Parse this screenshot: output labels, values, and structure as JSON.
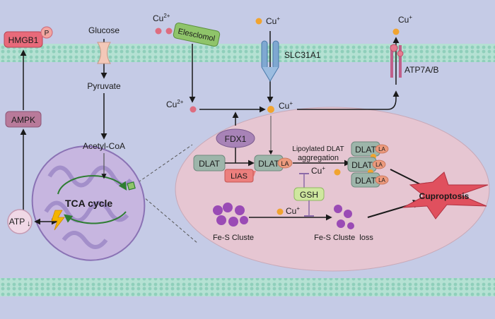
{
  "labels": {
    "hmgb1": "HMGB1",
    "phospho": "P",
    "ampk": "AMPK",
    "atp": "ATP",
    "atp_arrow": "↓",
    "glucose": "Glucose",
    "pyruvate": "Pyruvate",
    "acetyl_coa": "Acetyl-CoA",
    "tca_cycle": "TCA cycle",
    "cu2_top": "Cu",
    "cu2_top_sup": "2+",
    "elesclomol": "Elesclomol",
    "cu2_mid": "Cu",
    "cu2_mid_sup": "2+",
    "cu_top": "Cu",
    "cu_top_sup": "+",
    "slc31a1": "SLC31A1",
    "cu_mid": "Cu",
    "cu_mid_sup": "+",
    "cu_export": "Cu",
    "cu_export_sup": "+",
    "atp7ab": "ATP7A/B",
    "fdx1": "FDX1",
    "dlat": "DLAT",
    "lias": "LIAS",
    "dlat_la": "DLAT",
    "la": "LA",
    "lipoylated_line1": "Lipoylated DLAT",
    "lipoylated_line2": "aggregation",
    "agg_dlat_1": "DLAT",
    "agg_dlat_2": "DLAT",
    "agg_dlat_3": "DLAT",
    "cu_inner": "Cu",
    "cu_inner_sup": "+",
    "gsh": "GSH",
    "cu_fes": "Cu",
    "cu_fes_sup": "+",
    "fes_cluster": "Fe-S Cluste",
    "fes_loss": "Fe-S Cluste  loss",
    "cuproptosis": "Cuproptosis"
  },
  "colors": {
    "background": "#c5cbe6",
    "membrane": "#9fd8c6",
    "cell_bubble": "#e6c6d2",
    "hmgb1": "#e86a7a",
    "ampk": "#b87a9a",
    "elesclomol": "#8fc46a",
    "fdx1": "#a883b7",
    "dlat": "#9db5aa",
    "lias": "#ec7f7d",
    "gsh": "#cfe79f",
    "copper_plus": "#f1a430",
    "copper_2plus": "#de6d80",
    "fes": "#9a4bb5",
    "cuproptosis": "#e0505e"
  }
}
